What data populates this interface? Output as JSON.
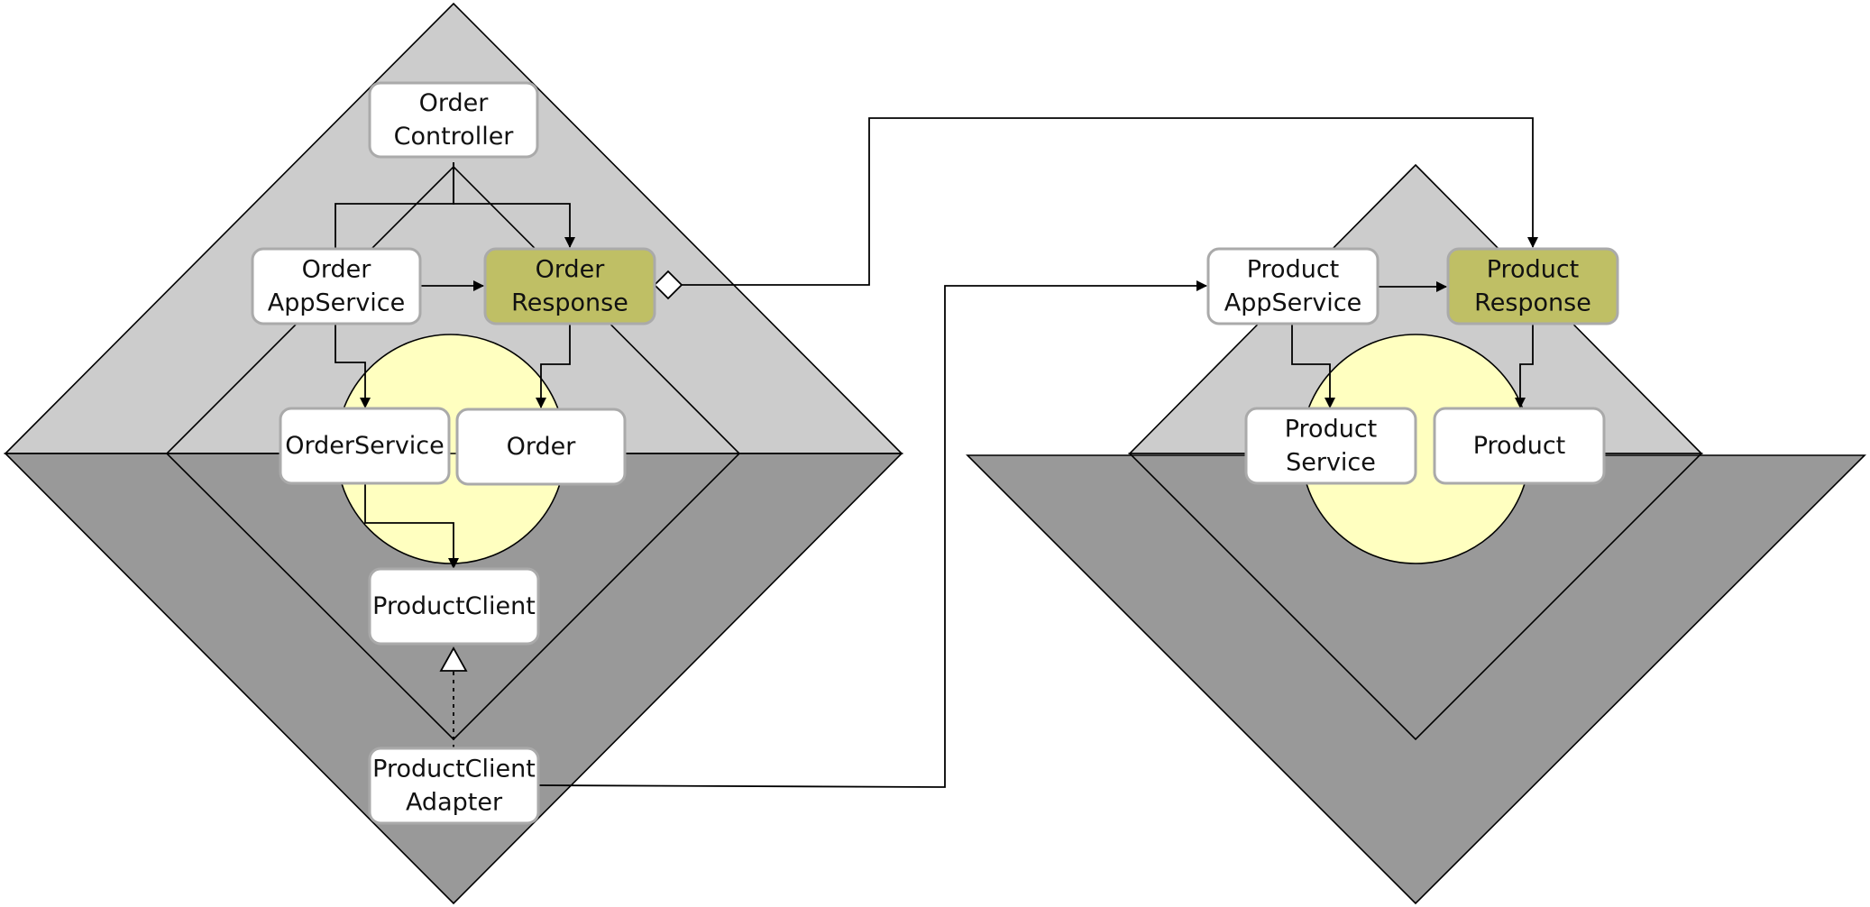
{
  "diagram": {
    "nodes": {
      "order_controller": {
        "lines": [
          "Order",
          "Controller"
        ],
        "highlight": false
      },
      "order_appservice": {
        "lines": [
          "Order",
          "AppService"
        ],
        "highlight": false
      },
      "order_response": {
        "lines": [
          "Order",
          "Response"
        ],
        "highlight": true
      },
      "order_service": {
        "lines": [
          "OrderService"
        ],
        "highlight": false
      },
      "order": {
        "lines": [
          "Order"
        ],
        "highlight": false
      },
      "product_client": {
        "lines": [
          "ProductClient"
        ],
        "highlight": false
      },
      "product_client_adapter": {
        "lines": [
          "ProductClient",
          "Adapter"
        ],
        "highlight": false
      },
      "product_appservice": {
        "lines": [
          "Product",
          "AppService"
        ],
        "highlight": false
      },
      "product_response": {
        "lines": [
          "Product",
          "Response"
        ],
        "highlight": true
      },
      "product_service": {
        "lines": [
          "Product",
          "Service"
        ],
        "highlight": false
      },
      "product": {
        "lines": [
          "Product"
        ],
        "highlight": false
      }
    },
    "colors": {
      "outer_light": "#cccccc",
      "outer_dark": "#999999",
      "core": "#ffffc0",
      "node_fill": "#ffffff",
      "node_border": "#aaaaaa",
      "highlight_fill": "#bfbf65",
      "line": "#000000"
    }
  }
}
